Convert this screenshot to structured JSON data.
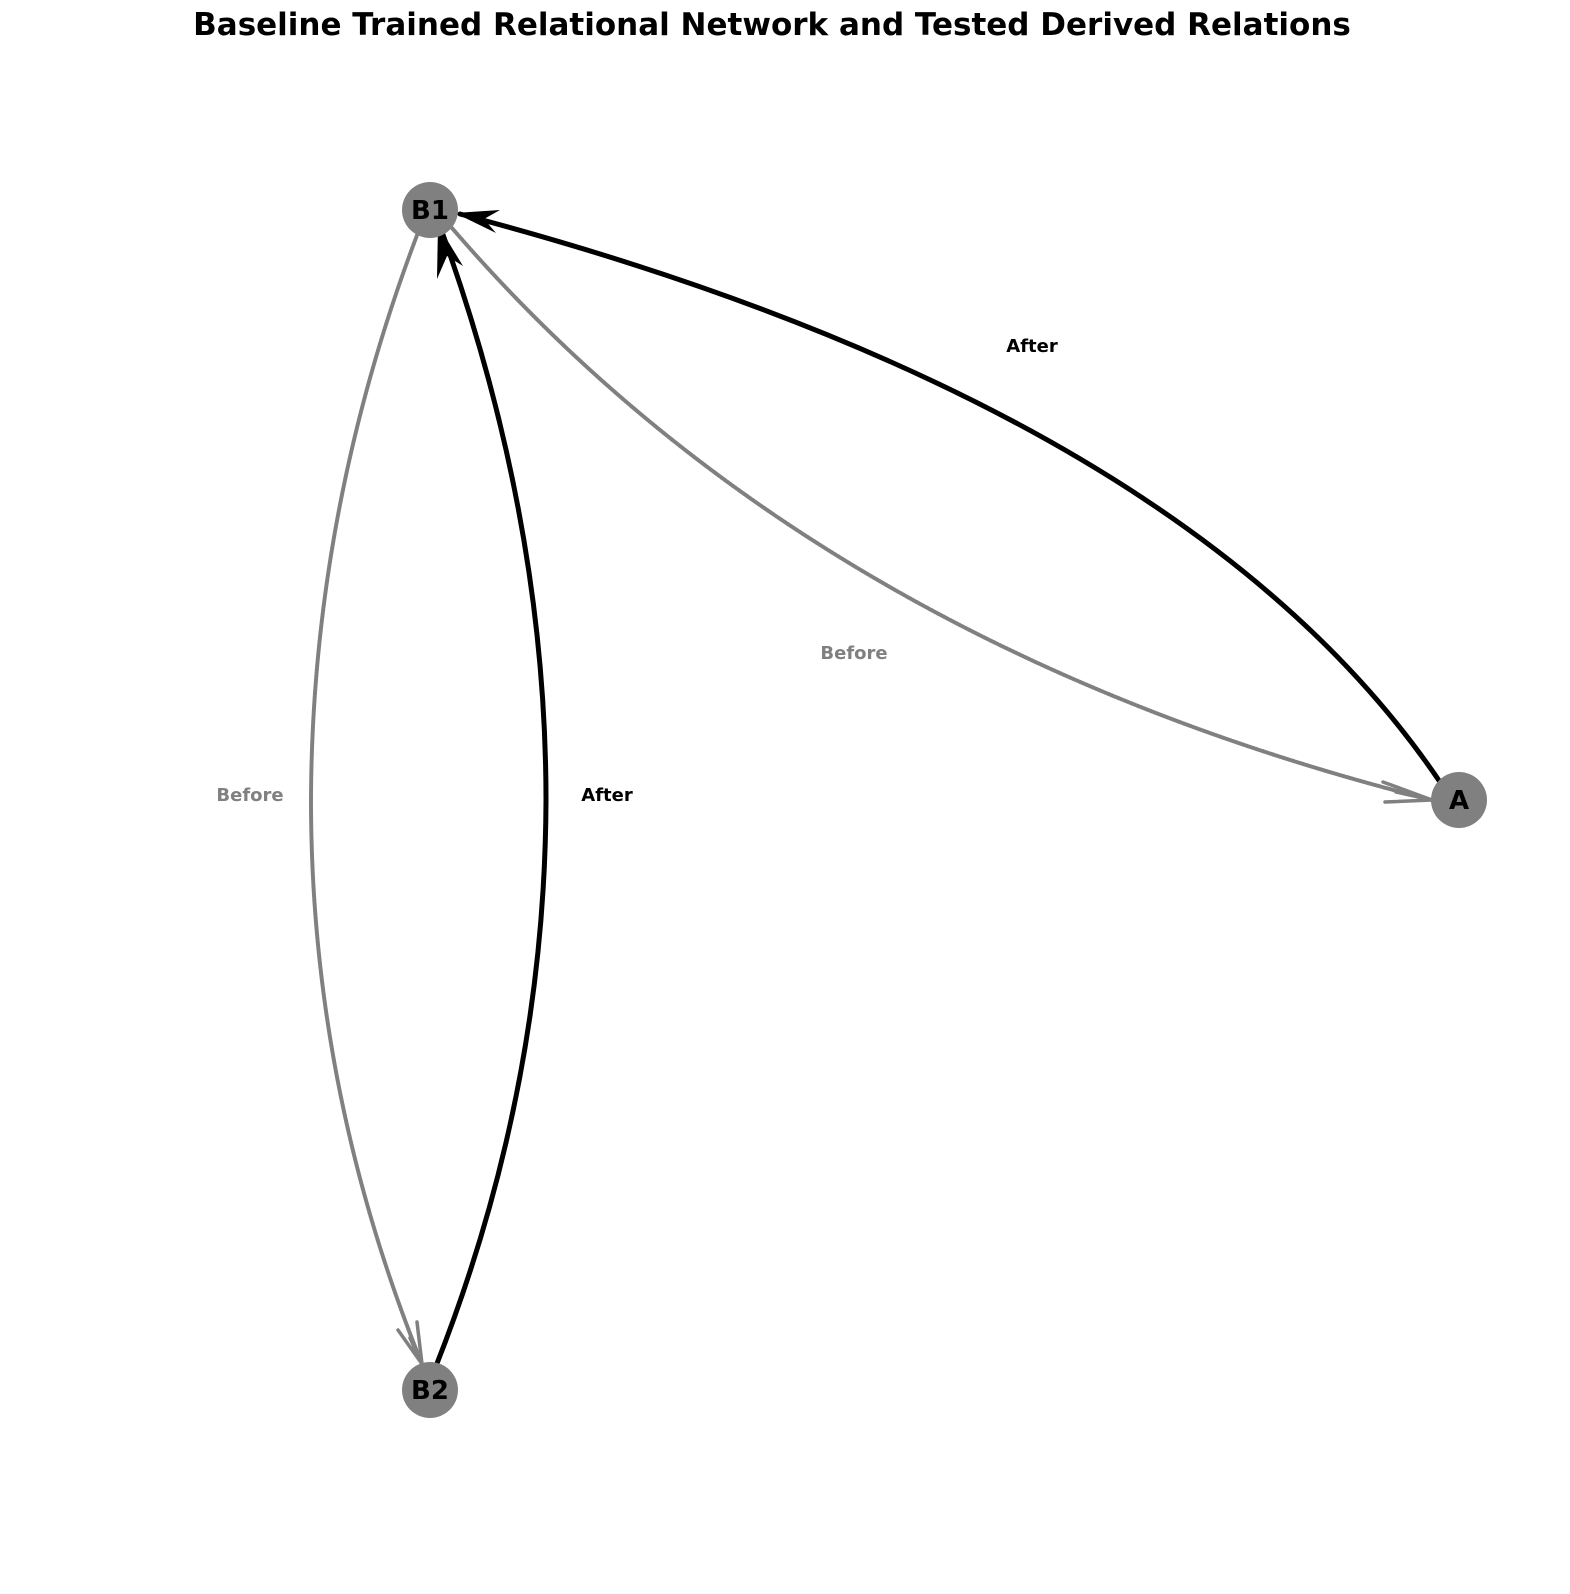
{
  "title": "Baseline Trained Relational Network and Tested Derived Relations",
  "colors": {
    "trained": "#000000",
    "derived": "#808080",
    "node_fill": "#808080",
    "node_text": "#000000",
    "background": "#ffffff"
  },
  "nodes": [
    {
      "id": "B1",
      "label": "B1"
    },
    {
      "id": "A",
      "label": "A"
    },
    {
      "id": "B2",
      "label": "B2"
    }
  ],
  "edges": [
    {
      "id": "a-b1",
      "from": "A",
      "to": "B1",
      "relation": "After",
      "style": "trained"
    },
    {
      "id": "b1-a",
      "from": "B1",
      "to": "A",
      "relation": "Before",
      "style": "derived"
    },
    {
      "id": "b2-b1",
      "from": "B2",
      "to": "B1",
      "relation": "After",
      "style": "trained"
    },
    {
      "id": "b1-b2",
      "from": "B1",
      "to": "B2",
      "relation": "Before",
      "style": "derived"
    }
  ]
}
